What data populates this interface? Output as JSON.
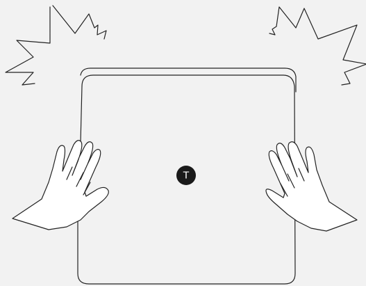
{
  "figure": {
    "badge": {
      "label": "T",
      "icon": "touch-point-marker"
    },
    "icons": {
      "left_burst": "impact-burst-icon",
      "right_burst": "impact-burst-icon",
      "left_hand": "left-hand-icon",
      "right_hand": "right-hand-icon",
      "panel": "glass-panel"
    },
    "colors": {
      "background": "#f2f2f2",
      "stroke": "#222222",
      "badge_fill": "#1a1a1a",
      "badge_text": "#ffffff"
    }
  }
}
